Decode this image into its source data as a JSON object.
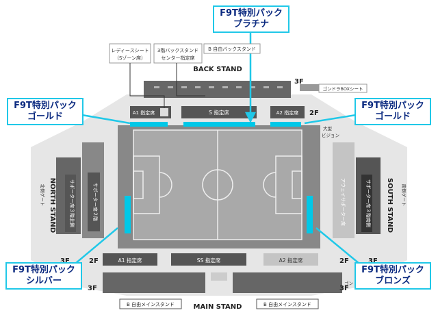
{
  "callouts": {
    "platinum": {
      "line1": "F9T特別パック",
      "line2": "プラチナ"
    },
    "gold_left": {
      "line1": "F9T特別パック",
      "line2": "ゴールド"
    },
    "gold_right": {
      "line1": "F9T特別パック",
      "line2": "ゴールド"
    },
    "silver": {
      "line1": "F9T特別パック",
      "line2": "シルバー"
    },
    "bronze": {
      "line1": "F9T特別パック",
      "line2": "ブロンズ"
    }
  },
  "stands": {
    "back": "BACK STAND",
    "main": "MAIN STAND",
    "north": "NORTH STAND",
    "south": "SOUTH STAND"
  },
  "floors": {
    "f3_top": "3F",
    "f2_right": "2F",
    "f2_left": "2F",
    "f3_left": "3F",
    "f3_right": "3F",
    "f2_right_bottom": "2F",
    "f3_left_bottom": "3F",
    "f3_right_bottom": "3F"
  },
  "seats": {
    "s_reserved": "S 指定席",
    "a1_top": "A1 指定席",
    "a2_top": "A2 指定席",
    "a1_bottom": "A1 指定席",
    "ss_reserved": "SS 指定席",
    "a2_bottom": "A2 指定席",
    "b_back": "B 自由バックスタンド",
    "b_main_left": "B 自由メインスタンド",
    "b_main_right": "B 自由メインスタンド",
    "supporter_3f_north": "サポーター席３階北側",
    "supporter_2f": "サポーター席２階",
    "away_supporter": "アウェイサポーター席",
    "supporter_3f_south": "サポーター席３階南側"
  },
  "labels": {
    "ladies_line1": "レディースシート",
    "ladies_line2": "（Sゾーン席）",
    "center_line1": "3階バックスタンド",
    "center_line2": "センター指定席",
    "gondola_top": "ゴンドラBOXシート",
    "gondola_bottom": "ゴン",
    "vision_line1": "大型",
    "vision_line2": "ビジョン",
    "north_gate": "北側ゲート",
    "south_gate": "南側ゲート"
  },
  "colors": {
    "highlight": "#00c8e8",
    "callout_text": "#0b2a80",
    "dark_seat": "#555555",
    "light_seat": "#bdbdbd",
    "pitch": "#a9a9a9"
  }
}
